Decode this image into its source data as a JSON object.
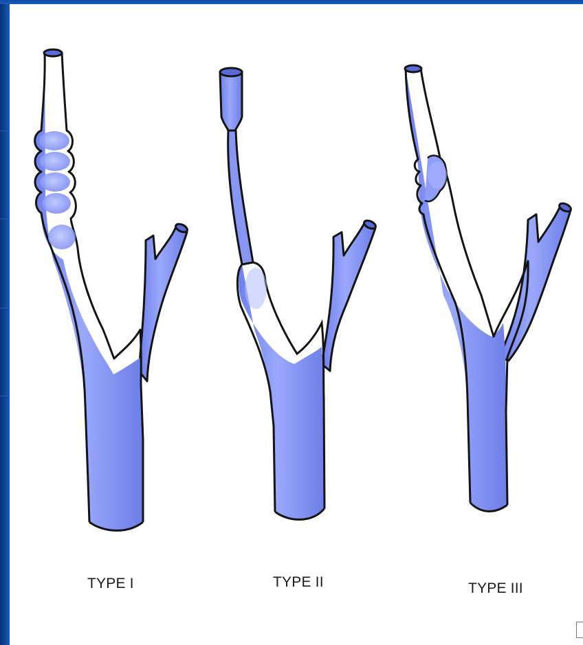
{
  "labels": {
    "type1": "TYPE I",
    "type2": "TYPE II",
    "type3": "TYPE III"
  },
  "colors": {
    "vessel_fill": "#7b8cf0",
    "vessel_light": "#a6b2ff",
    "outline": "#141414",
    "frame": "#0b3a86"
  }
}
